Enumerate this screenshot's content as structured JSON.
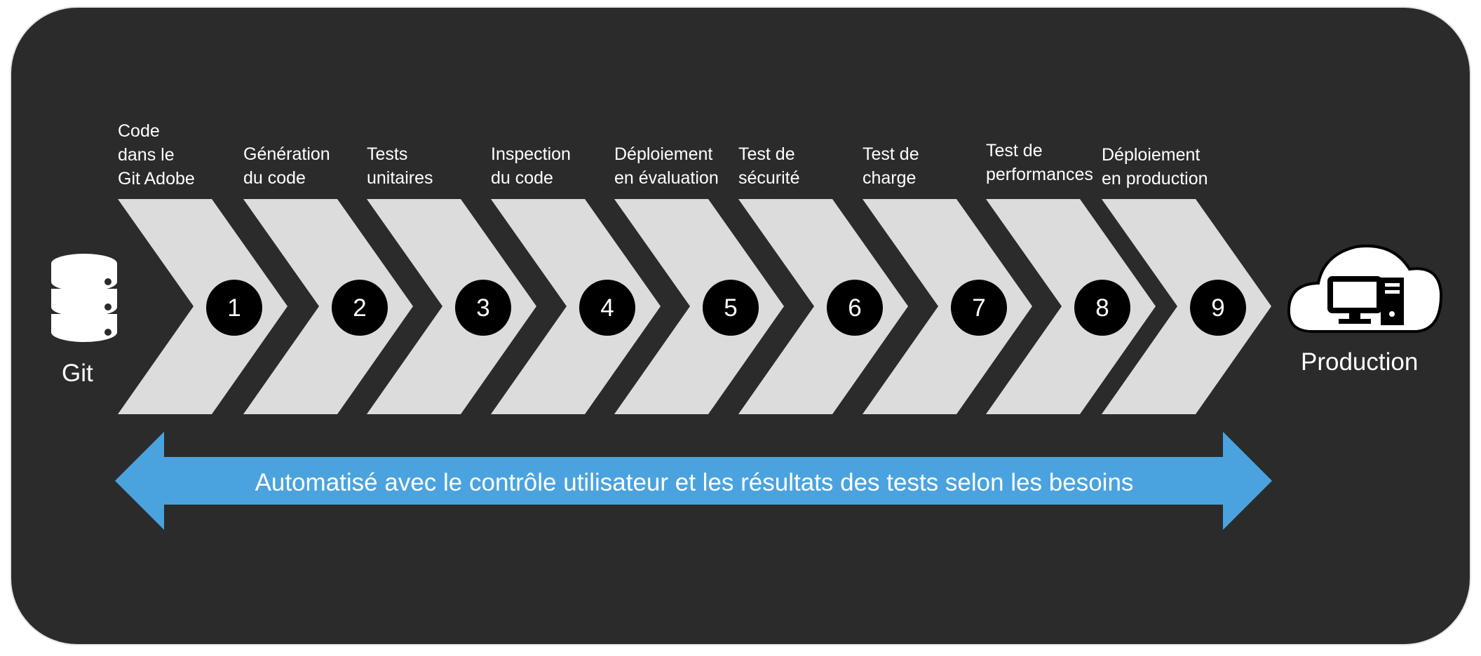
{
  "steps": [
    {
      "number": "1",
      "label": "Code\ndans le\nGit Adobe"
    },
    {
      "number": "2",
      "label": "Génération\ndu code"
    },
    {
      "number": "3",
      "label": "Tests\nunitaires"
    },
    {
      "number": "4",
      "label": "Inspection\ndu code"
    },
    {
      "number": "5",
      "label": "Déploiement\nen évaluation"
    },
    {
      "number": "6",
      "label": "Test de\nsécurité"
    },
    {
      "number": "7",
      "label": "Test de\ncharge"
    },
    {
      "number": "8",
      "label": "Test de\nperformances"
    },
    {
      "number": "9",
      "label": "Déploiement\nen production"
    }
  ],
  "source": {
    "label": "Git",
    "icon": "database-icon"
  },
  "target": {
    "label": "Production",
    "icon": "cloud-computer-icon"
  },
  "banner": {
    "text": "Automatisé avec le contrôle utilisateur et les résultats des tests selon les besoins"
  },
  "colors": {
    "background": "#2b2b2b",
    "chevron": "#dcdcdc",
    "step_circle": "#000000",
    "banner": "#4aa3df",
    "text": "#ffffff"
  }
}
